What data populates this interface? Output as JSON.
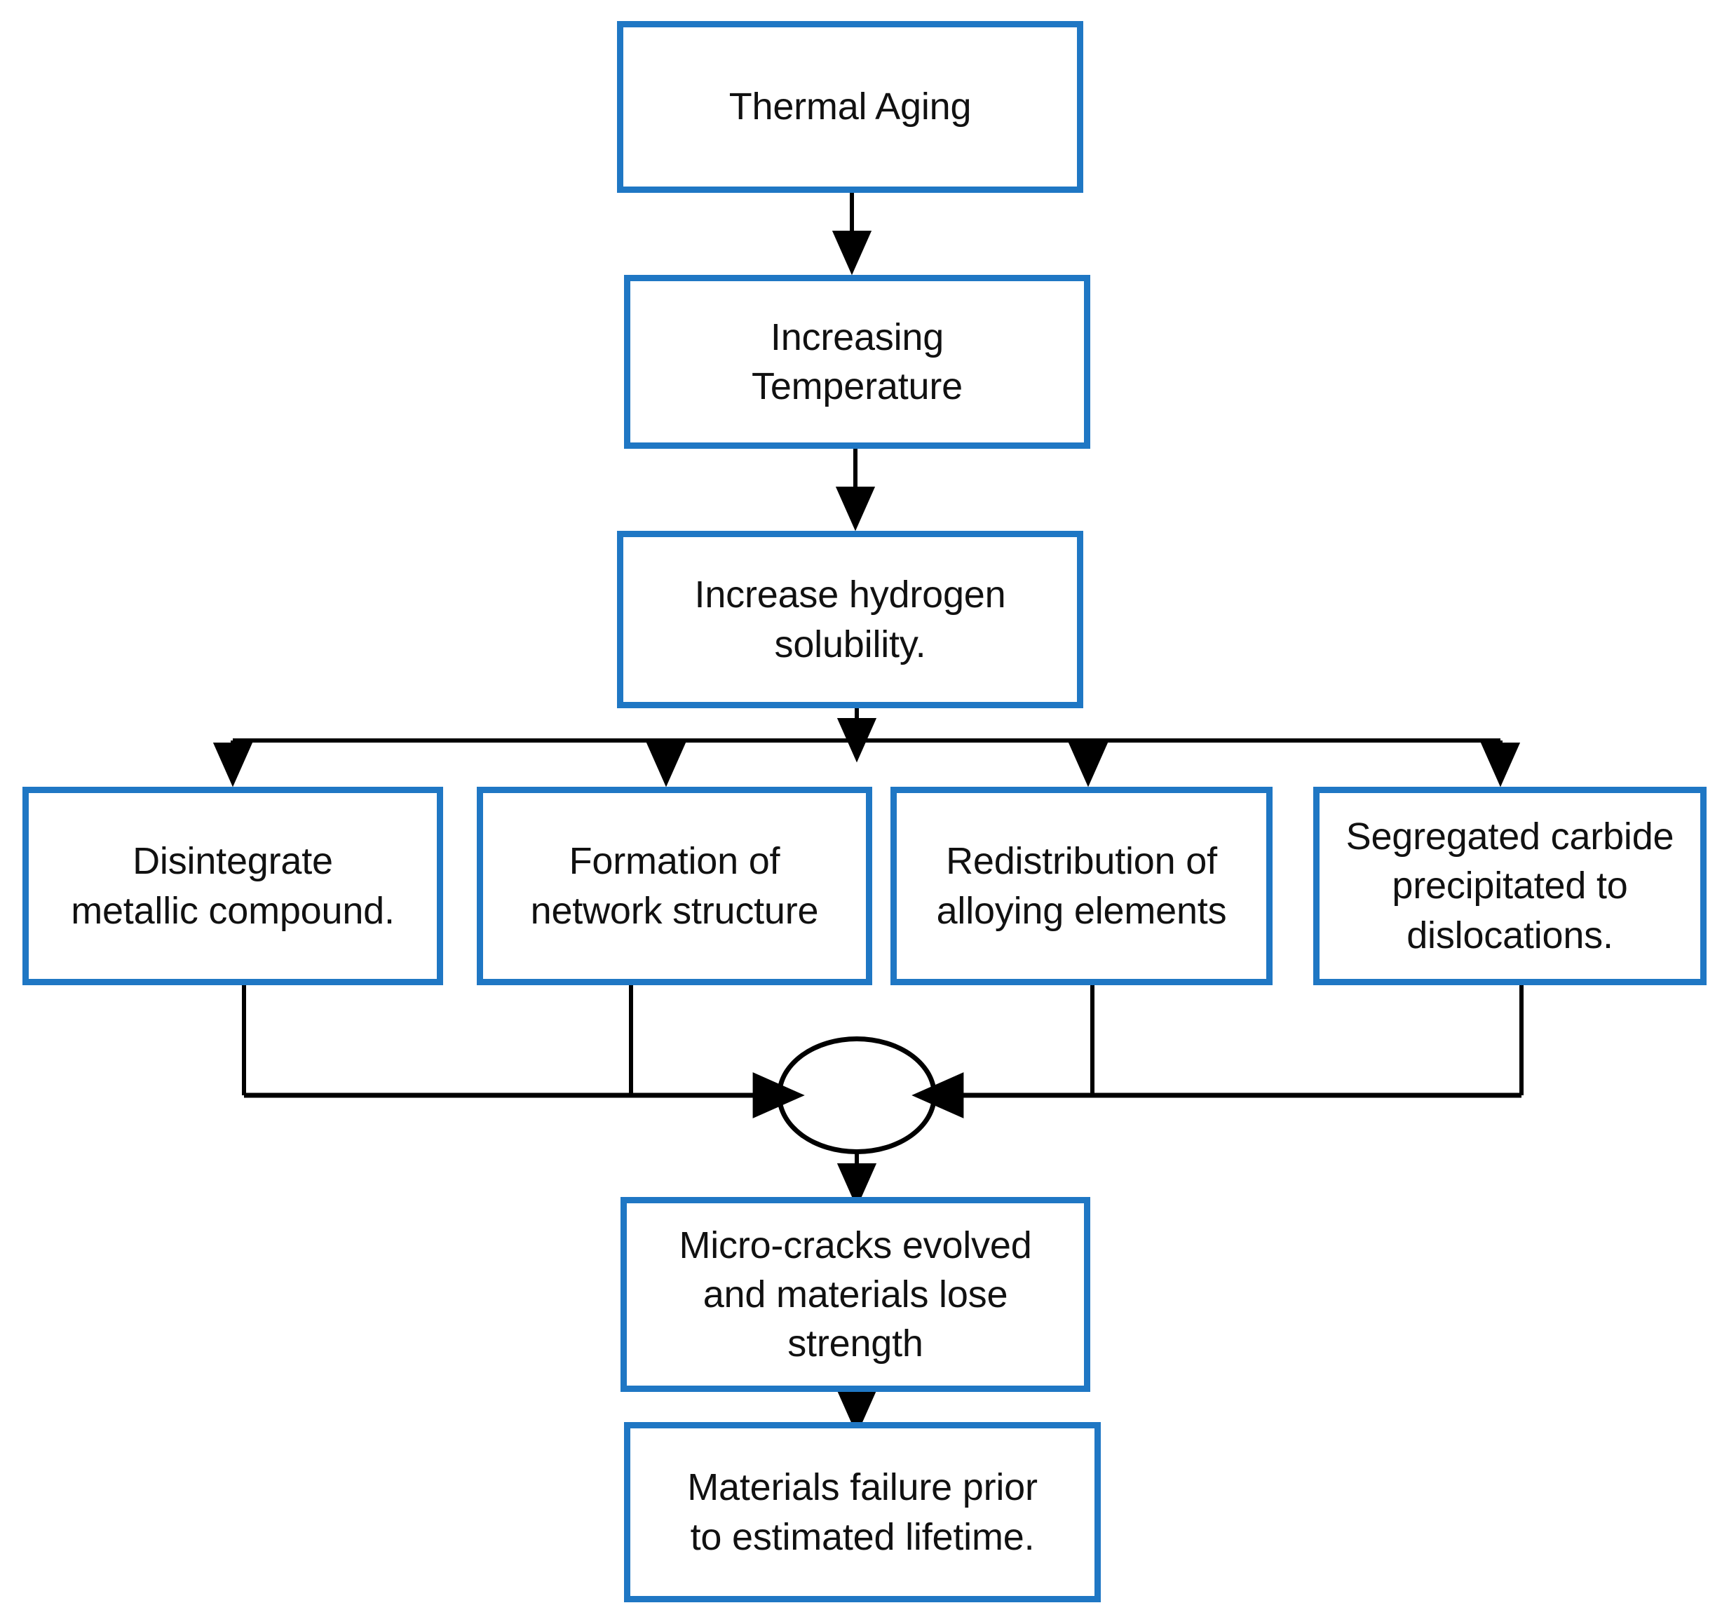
{
  "diagram": {
    "title": "Thermal aging degradation flowchart",
    "colors": {
      "node_border": "#1f77c4",
      "node_fill": "#ffffff",
      "connector": "#000000",
      "text": "#111111",
      "background": "#ffffff"
    },
    "nodes": [
      {
        "id": "thermal-aging",
        "label": "Thermal Aging",
        "shape": "rectangle"
      },
      {
        "id": "increasing-temperature",
        "label": "Increasing\nTemperature",
        "shape": "rectangle"
      },
      {
        "id": "increase-hydrogen",
        "label": "Increase hydrogen\nsolubility.",
        "shape": "rectangle"
      },
      {
        "id": "disintegrate",
        "label": "Disintegrate\nmetallic compound.",
        "shape": "rectangle"
      },
      {
        "id": "network-structure",
        "label": "Formation of\nnetwork structure",
        "shape": "rectangle"
      },
      {
        "id": "redistribution",
        "label": "Redistribution of\nalloying elements",
        "shape": "rectangle"
      },
      {
        "id": "segregated-carbide",
        "label": "Segregated carbide\nprecipitated to\ndislocations.",
        "shape": "rectangle"
      },
      {
        "id": "merge-junction",
        "label": "",
        "shape": "ellipse"
      },
      {
        "id": "micro-cracks",
        "label": "Micro-cracks evolved\nand materials lose\nstrength",
        "shape": "rectangle"
      },
      {
        "id": "materials-failure",
        "label": "Materials failure prior\nto estimated lifetime.",
        "shape": "rectangle"
      }
    ],
    "edges": [
      {
        "from": "thermal-aging",
        "to": "increasing-temperature",
        "style": "arrow-down"
      },
      {
        "from": "increasing-temperature",
        "to": "increase-hydrogen",
        "style": "arrow-down"
      },
      {
        "from": "increase-hydrogen",
        "to": "disintegrate",
        "style": "branch-down"
      },
      {
        "from": "increase-hydrogen",
        "to": "network-structure",
        "style": "branch-down"
      },
      {
        "from": "increase-hydrogen",
        "to": "redistribution",
        "style": "branch-down"
      },
      {
        "from": "increase-hydrogen",
        "to": "segregated-carbide",
        "style": "branch-down"
      },
      {
        "from": "disintegrate",
        "to": "merge-junction",
        "style": "merge-right"
      },
      {
        "from": "network-structure",
        "to": "merge-junction",
        "style": "merge-right"
      },
      {
        "from": "redistribution",
        "to": "merge-junction",
        "style": "merge-left"
      },
      {
        "from": "segregated-carbide",
        "to": "merge-junction",
        "style": "merge-left"
      },
      {
        "from": "merge-junction",
        "to": "micro-cracks",
        "style": "arrow-down"
      },
      {
        "from": "micro-cracks",
        "to": "materials-failure",
        "style": "arrow-down"
      }
    ]
  }
}
